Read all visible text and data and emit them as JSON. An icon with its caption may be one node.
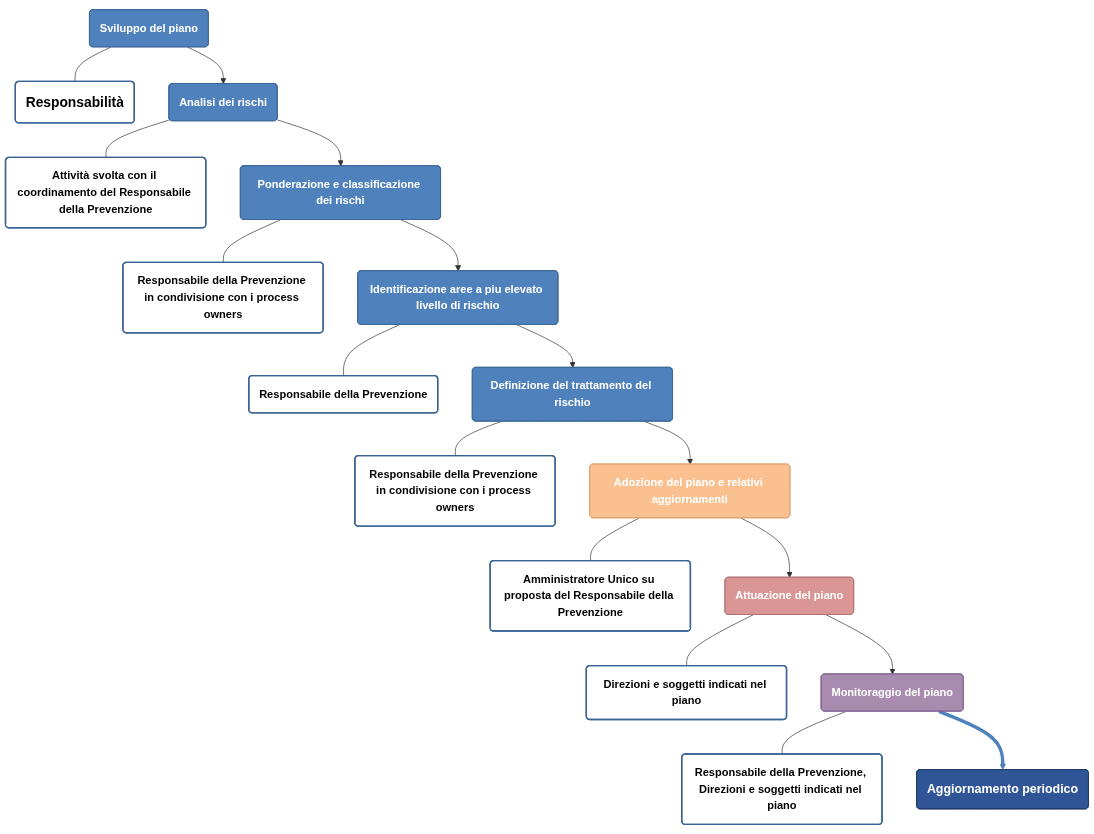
{
  "diagram": {
    "nodes": [
      {
        "text": [
          "Sviluppo del piano"
        ]
      },
      {
        "text": [
          "Responsabilità"
        ]
      },
      {
        "text": [
          "Aggiornamento periodico"
        ]
      },
      {
        "text": [
          "Analisi dei rischi"
        ]
      },
      {
        "text": [
          "Attività svolta con il coordinamento del Responsabile della Prevenzione"
        ]
      },
      {
        "text": [
          "Ponderazione e classificazione dei rischi"
        ]
      },
      {
        "text": [
          "Responsabile della Prevenzione in condivisione con i process owners"
        ]
      },
      {
        "text": [
          "Identificazione aree a piu elevato livello di rischio"
        ]
      },
      {
        "text": [
          "Responsabile della Prevenzione"
        ]
      },
      {
        "text": [
          "Definizione del trattamento del rischio"
        ]
      },
      {
        "text": [
          "Responsabile della Prevenzione in condivisione con i process owners"
        ]
      },
      {
        "text": [
          "Adozione del piano e relativi aggiornamenti"
        ]
      },
      {
        "text": [
          "Amministratore Unico su proposta del Responsabile della Prevenzione"
        ]
      },
      {
        "text": [
          "Attuazione del piano"
        ]
      },
      {
        "text": [
          "Direzioni e soggetti indicati nel piano"
        ]
      },
      {
        "text": [
          "Monitoraggio del piano"
        ]
      },
      {
        "text": [
          "Responsabile della Prevenzione, Direzioni e soggetti indicati nel piano"
        ]
      }
    ],
    "edges": [
      {
        "from": 0,
        "to": 1,
        "arrow": "none"
      },
      {
        "from": 0,
        "to": 3,
        "arrow": "to"
      },
      {
        "from": 3,
        "to": 4,
        "arrow": "none"
      },
      {
        "from": 3,
        "to": 5,
        "arrow": "to"
      },
      {
        "from": 5,
        "to": 6,
        "arrow": "none"
      },
      {
        "from": 5,
        "to": 7,
        "arrow": "to"
      },
      {
        "from": 7,
        "to": 8,
        "arrow": "none"
      },
      {
        "from": 7,
        "to": 9,
        "arrow": "to"
      },
      {
        "from": 9,
        "to": 10,
        "arrow": "none"
      },
      {
        "from": 9,
        "to": 11,
        "arrow": "to"
      },
      {
        "from": 11,
        "to": 12,
        "arrow": "none"
      },
      {
        "from": 11,
        "to": 13,
        "arrow": "to"
      },
      {
        "from": 13,
        "to": 14,
        "arrow": "none"
      },
      {
        "from": 13,
        "to": 15,
        "arrow": "to"
      },
      {
        "from": 15,
        "to": 16,
        "arrow": "none"
      },
      {
        "from": 15,
        "to": 2,
        "arrow": "to",
        "style": "thick",
        "color": "#4f81bd"
      }
    ]
  }
}
